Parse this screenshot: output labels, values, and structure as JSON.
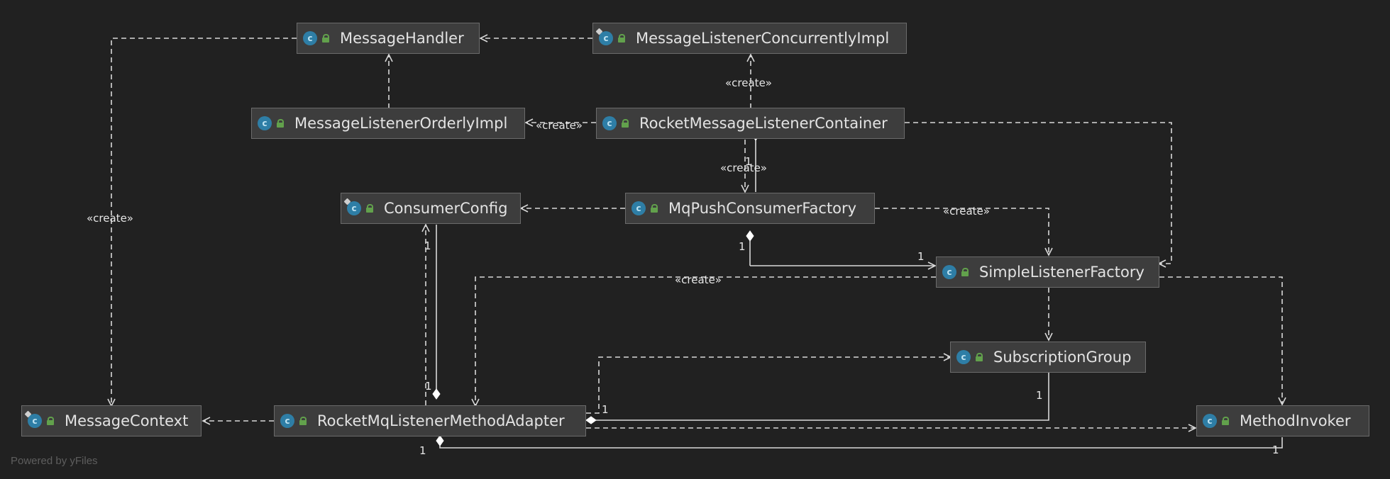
{
  "classes": {
    "message_handler": "MessageHandler",
    "message_listener_concurrently_impl": "MessageListenerConcurrentlyImpl",
    "message_listener_orderly_impl": "MessageListenerOrderlyImpl",
    "rocket_message_listener_container": "RocketMessageListenerContainer",
    "consumer_config": "ConsumerConfig",
    "mq_push_consumer_factory": "MqPushConsumerFactory",
    "simple_listener_factory": "SimpleListenerFactory",
    "subscription_group": "SubscriptionGroup",
    "message_context": "MessageContext",
    "rocket_mq_listener_method_adapter": "RocketMqListenerMethodAdapter",
    "method_invoker": "MethodInvoker"
  },
  "class_icon_letter": "c",
  "labels": {
    "create": "«create»",
    "multiplicity_one": "1"
  },
  "watermark": "Powered by yFiles",
  "colors": {
    "background": "#212121",
    "node_fill": "#3d3d3d",
    "node_border": "#6b6b6b",
    "edge": "#d9d9d9",
    "class_icon": "#2e7ea6",
    "visibility_icon": "#62a14c"
  }
}
